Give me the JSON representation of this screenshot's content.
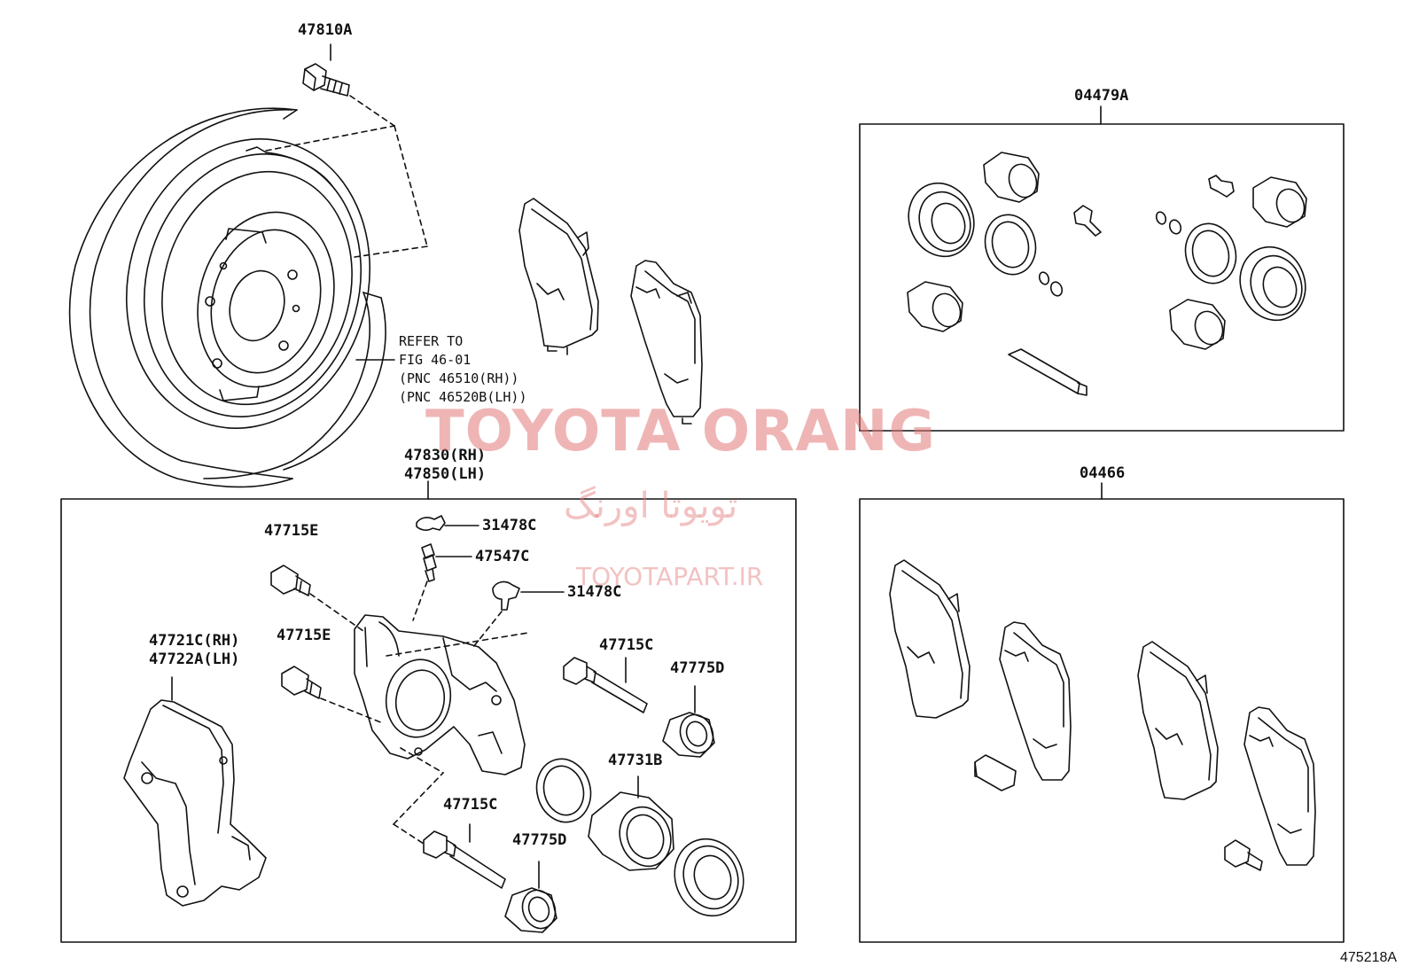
{
  "watermark": {
    "title": "TOYOTA ORANG",
    "persian": "تویوتا اورنگ",
    "url": "TOYOTAPART.IR"
  },
  "figure_id": "475218A",
  "colors": {
    "line": "#111111",
    "watermark": "#e27878"
  },
  "top_bolt": {
    "pnc": "47810A"
  },
  "disc_note": [
    "REFER TO",
    "FIG 46-01",
    "(PNC 46510(RH))",
    "(PNC 46520B(LH))"
  ],
  "caliper_box": {
    "title_lines": [
      "47830(RH)",
      "47850(LH)"
    ],
    "parts": {
      "clip_top": "31478C",
      "bleeder": "47547C",
      "clip_mid": "31478C",
      "bolt_upper": "47715E",
      "bolt_lower": "47715E",
      "mount_rh": "47721C(RH)",
      "mount_lh": "47722A(LH)",
      "pin_upper": "47715C",
      "boot_upper": "47775D",
      "piston": "47731B",
      "pin_lower": "47715C",
      "boot_lower": "47775D"
    }
  },
  "seal_kit": {
    "pnc": "04479A"
  },
  "pad_kit": {
    "pnc": "04466"
  }
}
